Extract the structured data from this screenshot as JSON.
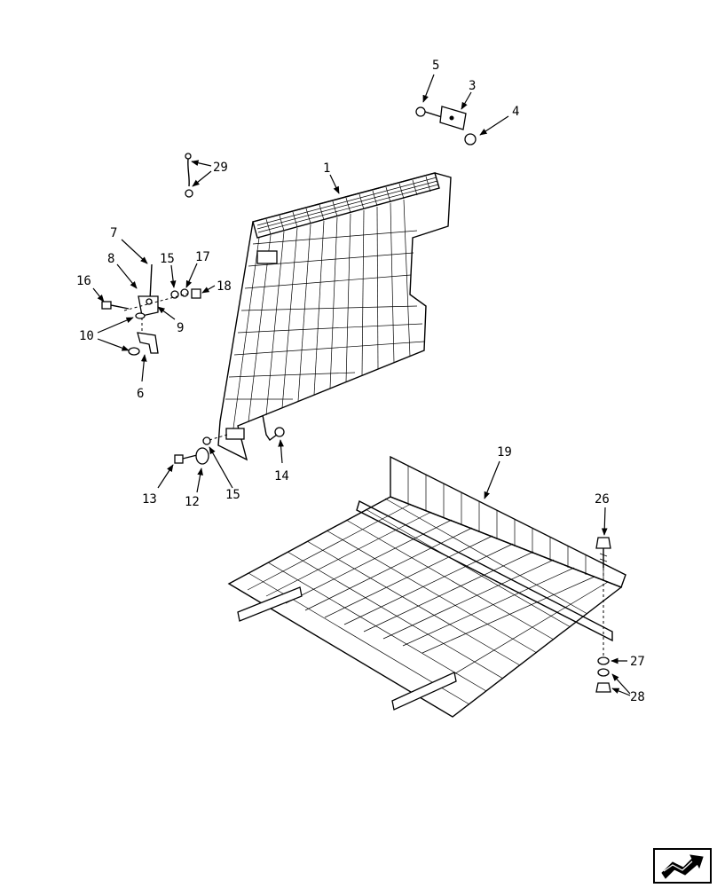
{
  "callouts": {
    "c1": "1",
    "c3": "3",
    "c4": "4",
    "c5": "5",
    "c6": "6",
    "c7": "7",
    "c8": "8",
    "c9": "9",
    "c10": "10",
    "c12": "12",
    "c13": "13",
    "c14": "14",
    "c15a": "15",
    "c15b": "15",
    "c16": "16",
    "c17": "17",
    "c18": "18",
    "c19": "19",
    "c26": "26",
    "c27": "27",
    "c28": "28",
    "c29": "29"
  },
  "nav": {
    "icon": "next-page-arrow-icon"
  }
}
